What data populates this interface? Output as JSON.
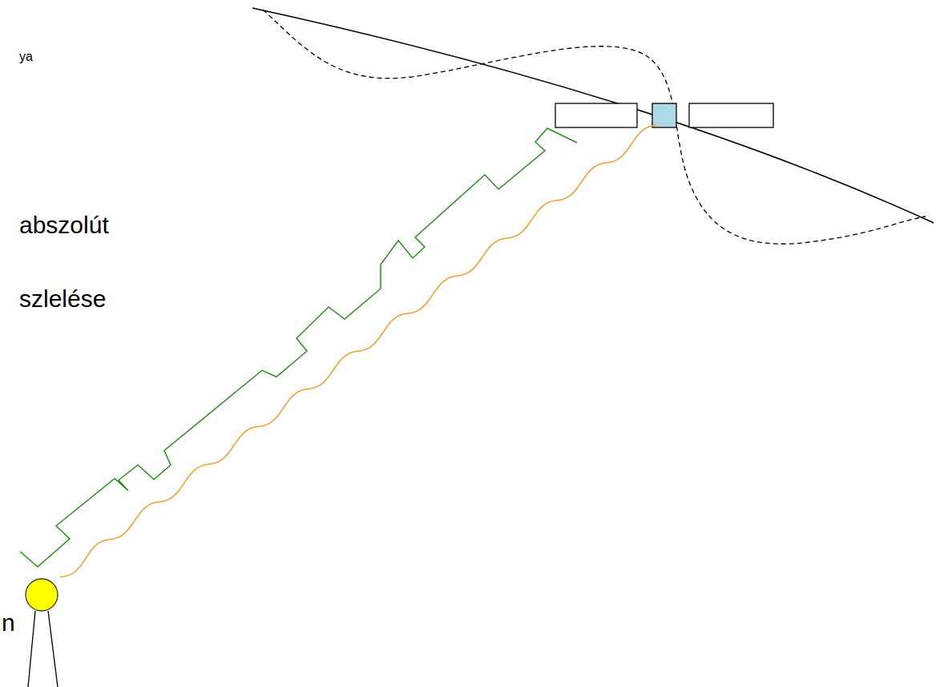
{
  "diagram": {
    "labels": [
      "ya",
      "abszolút",
      "szlelése",
      "n"
    ]
  }
}
